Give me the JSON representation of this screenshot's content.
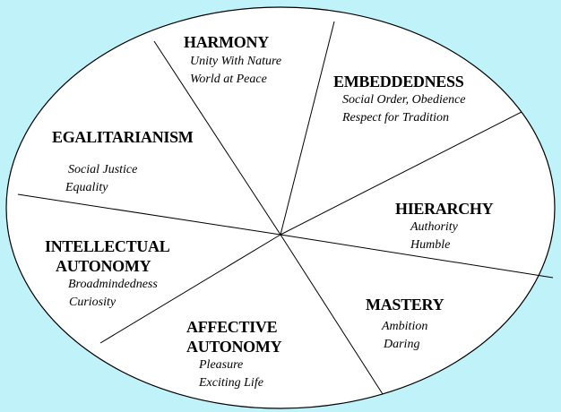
{
  "diagram": {
    "segments": [
      {
        "id": "harmony",
        "title": "HARMONY",
        "values": [
          "Unity With Nature",
          "World at Peace"
        ]
      },
      {
        "id": "embeddedness",
        "title": "EMBEDDEDNESS",
        "values": [
          "Social Order, Obedience",
          "Respect for Tradition"
        ]
      },
      {
        "id": "hierarchy",
        "title": "HIERARCHY",
        "values": [
          "Authority",
          "Humble"
        ]
      },
      {
        "id": "mastery",
        "title": "MASTERY",
        "values": [
          "Ambition",
          "Daring"
        ]
      },
      {
        "id": "affective-autonomy",
        "title_lines": [
          "AFFECTIVE",
          "AUTONOMY"
        ],
        "values": [
          "Pleasure",
          "Exciting Life"
        ]
      },
      {
        "id": "intellectual-autonomy",
        "title_lines": [
          "INTELLECTUAL",
          "AUTONOMY"
        ],
        "values": [
          "Broadmindedness",
          "Curiosity"
        ]
      },
      {
        "id": "egalitarianism",
        "title": "EGALITARIANISM",
        "values": [
          "Social Justice",
          "Equality"
        ]
      }
    ]
  },
  "colors": {
    "background": "#bff3f9",
    "ellipse_fill": "#ffffff",
    "lines": "#000000"
  }
}
